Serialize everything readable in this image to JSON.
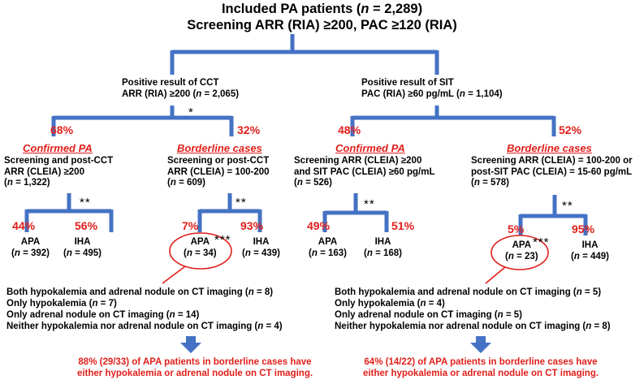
{
  "title": {
    "line1_a": "Included PA patients (",
    "line1_n": "n",
    "line1_b": " = 2,289)",
    "line2": "Screening ARR (RIA) ≥200, PAC ≥120 (RIA)"
  },
  "cct": {
    "line1": "Positive result of CCT",
    "line2_a": "ARR (RIA) ≥200 (",
    "line2_n": "n",
    "line2_b": " = 2,065)",
    "star": "*",
    "confirmed": {
      "pct": "68%",
      "header": "Confirmed PA",
      "line1": "Screening and post-CCT",
      "line2": "ARR (CLEIA) ≥200",
      "line3_a": "(",
      "line3_n": "n",
      "line3_b": " = 1,322)",
      "star": "**",
      "apa_pct": "44%",
      "iha_pct": "56%",
      "apa_label": "APA",
      "apa_n_a": "(",
      "apa_n_n": "n",
      "apa_n_b": " = 392)",
      "iha_label": "IHA",
      "iha_n_a": "(",
      "iha_n_n": "n",
      "iha_n_b": " = 495)"
    },
    "borderline": {
      "pct": "32%",
      "header": "Borderline cases",
      "line1": "Screening or post-CCT",
      "line2": "ARR (CLEIA) = 100-200",
      "line3_a": "(",
      "line3_n": "n",
      "line3_b": " = 609)",
      "star": "**",
      "apa_pct": "7%",
      "iha_pct": "93%",
      "apa_label": "APA",
      "apa_star": "***",
      "apa_n_a": "(",
      "apa_n_n": "n",
      "apa_n_b": " = 34)",
      "iha_label": "IHA",
      "iha_n_a": "(",
      "iha_n_n": "n",
      "iha_n_b": " = 439)"
    },
    "breakdown": [
      {
        "a": "Both hypokalemia and adrenal nodule on CT imaging (",
        "n": "n",
        "b": " = 8)"
      },
      {
        "a": "Only hypokalemia (",
        "n": "n",
        "b": " = 7)"
      },
      {
        "a": "Only adrenal nodule on CT imaging (",
        "n": "n",
        "b": " = 14)"
      },
      {
        "a": "Neither hypokalemia nor adrenal nodule on CT imaging (",
        "n": "n",
        "b": " = 4)"
      }
    ],
    "note_line1": "88% (29/33) of APA patients in borderline cases have",
    "note_line2": "either hypokalemia or adrenal nodule on CT imaging."
  },
  "sit": {
    "line1": "Positive result of SIT",
    "line2_a": "PAC (RIA) ≥60 pg/mL (",
    "line2_n": "n",
    "line2_b": " = 1,104)",
    "confirmed": {
      "pct": "48%",
      "header": "Confirmed PA",
      "line1": "Screening ARR (CLEIA) ≥200",
      "line2": "and SIT PAC (CLEIA) ≥60 pg/mL",
      "line3_a": "(",
      "line3_n": "n",
      "line3_b": " = 526)",
      "star": "**",
      "apa_pct": "49%",
      "iha_pct": "51%",
      "apa_label": "APA",
      "apa_n_a": "(",
      "apa_n_n": "n",
      "apa_n_b": " = 163)",
      "iha_label": "IHA",
      "iha_n_a": "(",
      "iha_n_n": "n",
      "iha_n_b": " = 168)"
    },
    "borderline": {
      "pct": "52%",
      "header": "Borderline cases",
      "line1": "Screening ARR (CLEIA) = 100-200 or",
      "line2": "post-SIT PAC (CLEIA) = 15-60 pg/mL",
      "line3_a": "(",
      "line3_n": "n",
      "line3_b": " = 578)",
      "star": "**",
      "apa_pct": "5%",
      "iha_pct": "95%",
      "apa_label": "APA",
      "apa_star": "***",
      "apa_n_a": "(",
      "apa_n_n": "n",
      "apa_n_b": " = 23)",
      "iha_label": "IHA",
      "iha_n_a": "(",
      "iha_n_n": "n",
      "iha_n_b": " = 449)"
    },
    "breakdown": [
      {
        "a": "Both hypokalemia and adrenal nodule on CT imaging (",
        "n": "n",
        "b": " = 5)"
      },
      {
        "a": "Only hypokalemia (",
        "n": "n",
        "b": " = 4)"
      },
      {
        "a": "Only adrenal nodule on CT imaging (",
        "n": "n",
        "b": " = 5)"
      },
      {
        "a": "Neither hypokalemia nor adrenal nodule on CT imaging (",
        "n": "n",
        "b": " = 8)"
      }
    ],
    "note_line1": "64% (14/22) of APA patients in borderline cases have",
    "note_line2": "either hypokalemia or adrenal nodule on CT imaging."
  },
  "colors": {
    "connector": "#4472c4",
    "emphasis": "#e0201b",
    "circle": "#e0201b"
  }
}
